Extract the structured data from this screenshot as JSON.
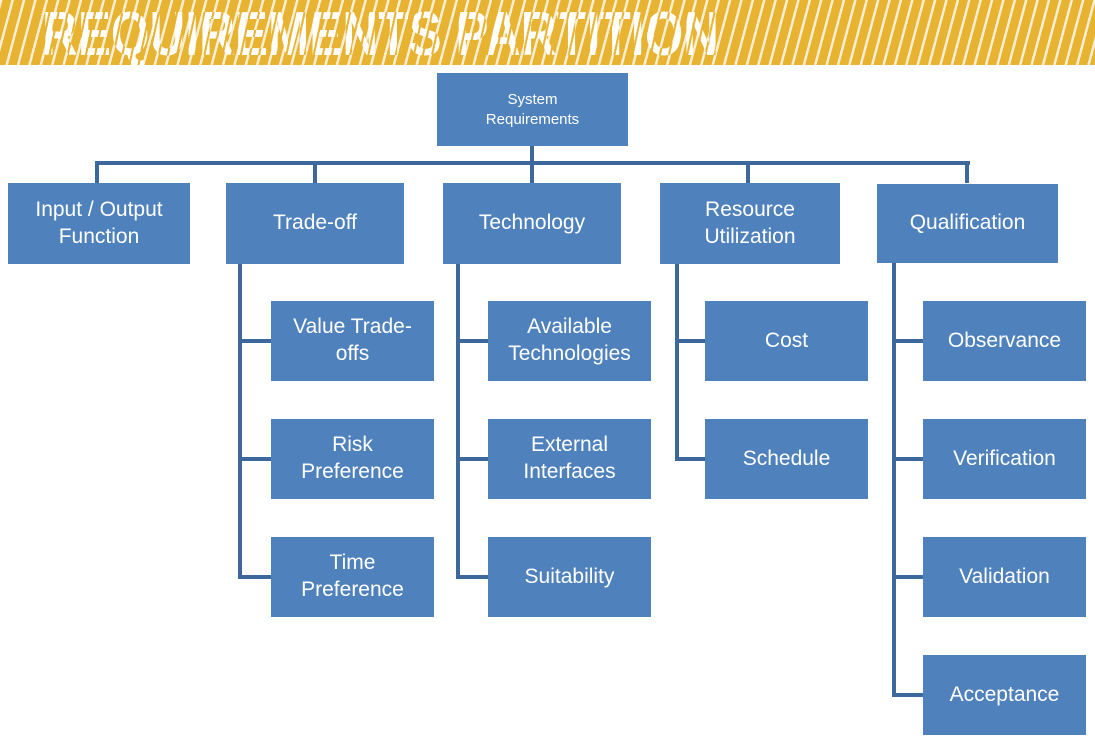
{
  "title": "REQUIREMENTS PARTITION",
  "colors": {
    "banner_gold": "#e7b330",
    "stripe_pale": "#f7eed3",
    "node_blue": "#4f81bd",
    "connector_blue": "#3c689c",
    "node_text": "#ffffff"
  },
  "tree": {
    "root": {
      "label": "System Requirements"
    },
    "branches": [
      {
        "label": "Input / Output Function",
        "children": []
      },
      {
        "label": "Trade-off",
        "children": [
          {
            "label": "Value Trade-offs"
          },
          {
            "label": "Risk Preference"
          },
          {
            "label": "Time Preference"
          }
        ]
      },
      {
        "label": "Technology",
        "children": [
          {
            "label": "Available Technologies"
          },
          {
            "label": "External Interfaces"
          },
          {
            "label": "Suitability"
          }
        ]
      },
      {
        "label": "Resource Utilization",
        "children": [
          {
            "label": "Cost"
          },
          {
            "label": "Schedule"
          }
        ]
      },
      {
        "label": "Qualification",
        "children": [
          {
            "label": "Observance"
          },
          {
            "label": "Verification"
          },
          {
            "label": "Validation"
          },
          {
            "label": "Acceptance"
          }
        ]
      }
    ]
  }
}
